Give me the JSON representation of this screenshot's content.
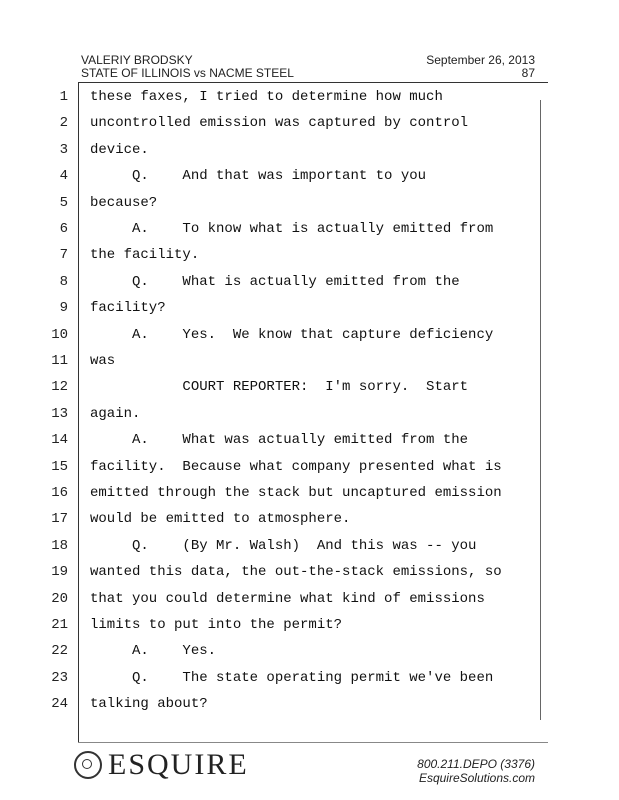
{
  "header": {
    "witness": "VALERIY BRODSKY",
    "case": "STATE OF ILLINOIS vs NACME STEEL",
    "date": "September 26, 2013",
    "page": "87"
  },
  "lines": [
    {
      "n": "1",
      "t": "these faxes, I tried to determine how much"
    },
    {
      "n": "2",
      "t": "uncontrolled emission was captured by control"
    },
    {
      "n": "3",
      "t": "device."
    },
    {
      "n": "4",
      "t": "     Q.    And that was important to you"
    },
    {
      "n": "5",
      "t": "because?"
    },
    {
      "n": "6",
      "t": "     A.    To know what is actually emitted from"
    },
    {
      "n": "7",
      "t": "the facility."
    },
    {
      "n": "8",
      "t": "     Q.    What is actually emitted from the"
    },
    {
      "n": "9",
      "t": "facility?"
    },
    {
      "n": "10",
      "t": "     A.    Yes.  We know that capture deficiency"
    },
    {
      "n": "11",
      "t": "was"
    },
    {
      "n": "12",
      "t": "           COURT REPORTER:  I'm sorry.  Start"
    },
    {
      "n": "13",
      "t": "again."
    },
    {
      "n": "14",
      "t": "     A.    What was actually emitted from the"
    },
    {
      "n": "15",
      "t": "facility.  Because what company presented what is"
    },
    {
      "n": "16",
      "t": "emitted through the stack but uncaptured emission"
    },
    {
      "n": "17",
      "t": "would be emitted to atmosphere."
    },
    {
      "n": "18",
      "t": "     Q.    (By Mr. Walsh)  And this was -- you"
    },
    {
      "n": "19",
      "t": "wanted this data, the out-the-stack emissions, so"
    },
    {
      "n": "20",
      "t": "that you could determine what kind of emissions"
    },
    {
      "n": "21",
      "t": "limits to put into the permit?"
    },
    {
      "n": "22",
      "t": "     A.    Yes."
    },
    {
      "n": "23",
      "t": "     Q.    The state operating permit we've been"
    },
    {
      "n": "24",
      "t": "talking about?"
    }
  ],
  "footer": {
    "logo_text": "ESQUIRE",
    "logo_icon": "esquire-seal-icon",
    "phone": "800.211.DEPO (3376)",
    "site": "EsquireSolutions.com"
  }
}
